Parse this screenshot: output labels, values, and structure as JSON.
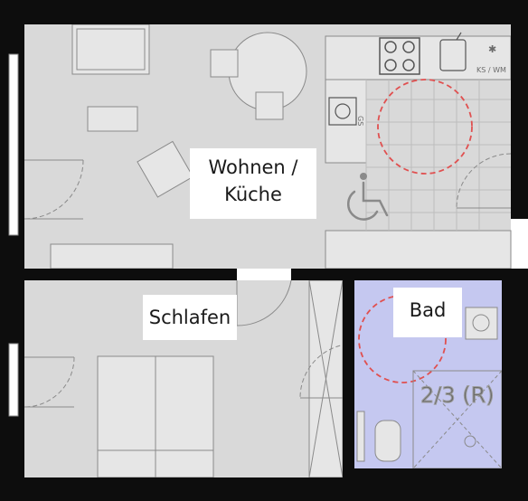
{
  "rooms": {
    "living": {
      "line1": "Wohnen /",
      "line2": "Küche"
    },
    "bedroom": "Schlafen",
    "bathroom": "Bad"
  },
  "fixtures": {
    "washer_label": "KS / WM",
    "dishwasher_label": "GS",
    "accessibility_label": "2/3 (R)"
  },
  "colors": {
    "wall": "#0d0d0d",
    "floor": "#d9d9d9",
    "bath_floor": "#c5c8f0",
    "turning_circle": "#e05050"
  }
}
